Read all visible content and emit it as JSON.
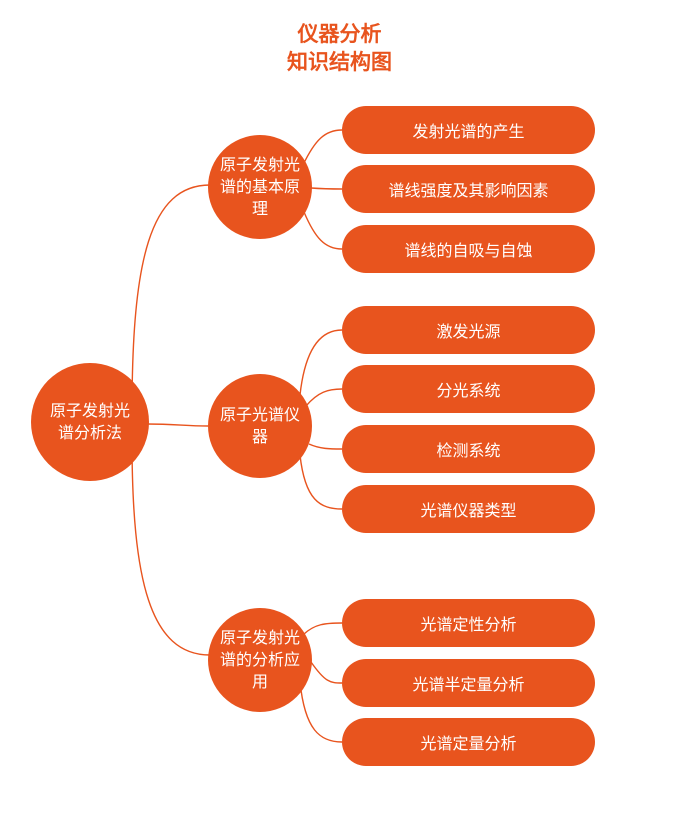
{
  "title": {
    "line1": "仪器分析",
    "line2": "知识结构图"
  },
  "colors": {
    "accent": "#e8541e",
    "background": "#ffffff"
  },
  "root": {
    "label": "原子发射光谱分析法"
  },
  "branches": [
    {
      "label": "原子发射光谱的基本原理",
      "leaves": [
        "发射光谱的产生",
        "谱线强度及其影响因素",
        "谱线的自吸与自蚀"
      ]
    },
    {
      "label": "原子光谱仪器",
      "leaves": [
        "激发光源",
        "分光系统",
        "检测系统",
        "光谱仪器类型"
      ]
    },
    {
      "label": "原子发射光谱的分析应用",
      "leaves": [
        "光谱定性分析",
        "光谱半定量分析",
        "光谱定量分析"
      ]
    }
  ]
}
